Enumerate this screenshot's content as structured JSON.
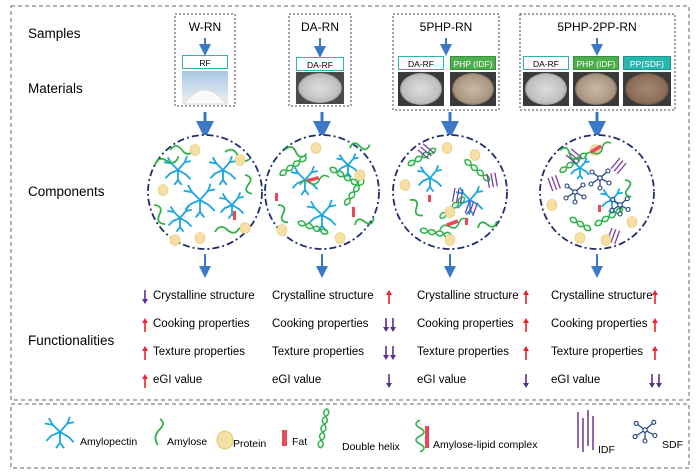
{
  "row_labels": {
    "samples": "Samples",
    "materials": "Materials",
    "components": "Components",
    "functionalities": "Functionalities"
  },
  "samples": [
    "W-RN",
    "DA-RN",
    "5PHP-RN",
    "5PHP-2PP-RN"
  ],
  "material_tags": {
    "rf": "RF",
    "dara": "DA-RF",
    "phpidf": "PHP (IDF)",
    "ppsdf": "PP(SDF)"
  },
  "functionalities": {
    "crystalline": "Crystalline structure",
    "cooking": "Cooking properties",
    "texture": "Texture properties",
    "egi": "eGI value"
  },
  "indicators": {
    "colors": {
      "up": "#e8242a",
      "down": "#5a2d91"
    },
    "wrn": [
      "down",
      "up",
      "up",
      "up"
    ],
    "darn": [
      "up",
      "down-down",
      "down-down",
      "down"
    ],
    "p5rn": [
      "up",
      "up",
      "up",
      "down"
    ],
    "p52rn": [
      "up",
      "up",
      "up",
      "down-down"
    ]
  },
  "legend": {
    "amylopectin": "Amylopectin",
    "amylose": "Amylose",
    "protein": "Protein",
    "fat": "Fat",
    "double_helix": "Double helix",
    "complex": "Amylose-lipid complex",
    "idf": "IDF",
    "sdf": "SDF"
  },
  "colors": {
    "blue_arrow": "#3c78c8",
    "amylopectin": "#1aa6df",
    "amylose": "#2db34a",
    "protein": "#f6dfa3",
    "fat": "#e8485a",
    "idf": "#7a3fa0",
    "sdf": "#1e3f7a"
  }
}
